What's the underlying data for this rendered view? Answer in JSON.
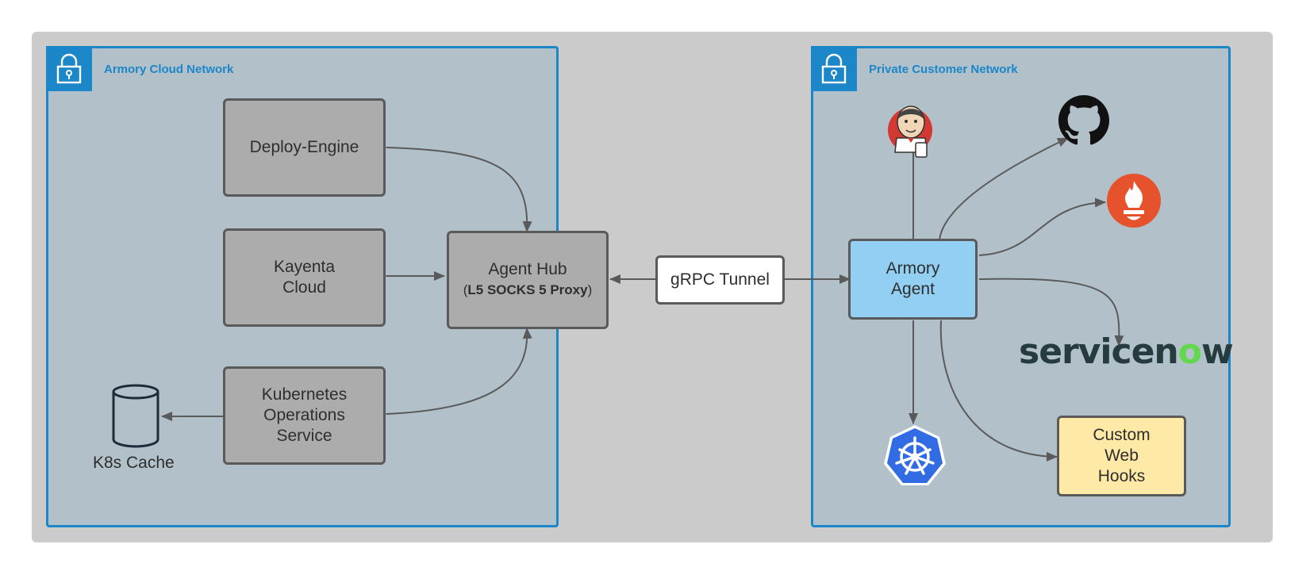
{
  "networks": {
    "armory_cloud": {
      "title": "Armory Cloud Network"
    },
    "private_customer": {
      "title": "Private Customer Network"
    }
  },
  "nodes": {
    "deploy_engine": {
      "label": "Deploy-Engine"
    },
    "kayenta": {
      "line1": "Kayenta",
      "line2": "Cloud"
    },
    "kubernetes_ops": {
      "line1": "Kubernetes",
      "line2": "Operations",
      "line3": "Service"
    },
    "k8s_cache": {
      "label": "K8s Cache"
    },
    "agent_hub": {
      "line1": "Agent Hub",
      "open_paren": "(",
      "sub_bold": "L5 SOCKS 5 Proxy",
      "close_paren": ")"
    },
    "grpc_tunnel": {
      "label": "gRPC Tunnel"
    },
    "armory_agent": {
      "line1": "Armory",
      "line2": "Agent"
    },
    "custom_web_hooks": {
      "line1": "Custom",
      "line2": "Web",
      "line3": "Hooks"
    }
  },
  "logos": {
    "servicenow": {
      "text_a": "servicen",
      "text_o": "o",
      "text_b": "w"
    },
    "jenkins": {
      "icon": "jenkins-icon"
    },
    "github": {
      "icon": "github-icon"
    },
    "prometheus": {
      "icon": "prometheus-icon"
    },
    "kubernetes": {
      "icon": "kubernetes-icon"
    }
  },
  "colors": {
    "network_border": "#1b86c8",
    "network_fill": "#b2c1c9",
    "gray_box": "#acacac",
    "agent_box": "#93cff3",
    "hooks_box": "#ffe9a6",
    "arrow": "#5a5a5a"
  }
}
